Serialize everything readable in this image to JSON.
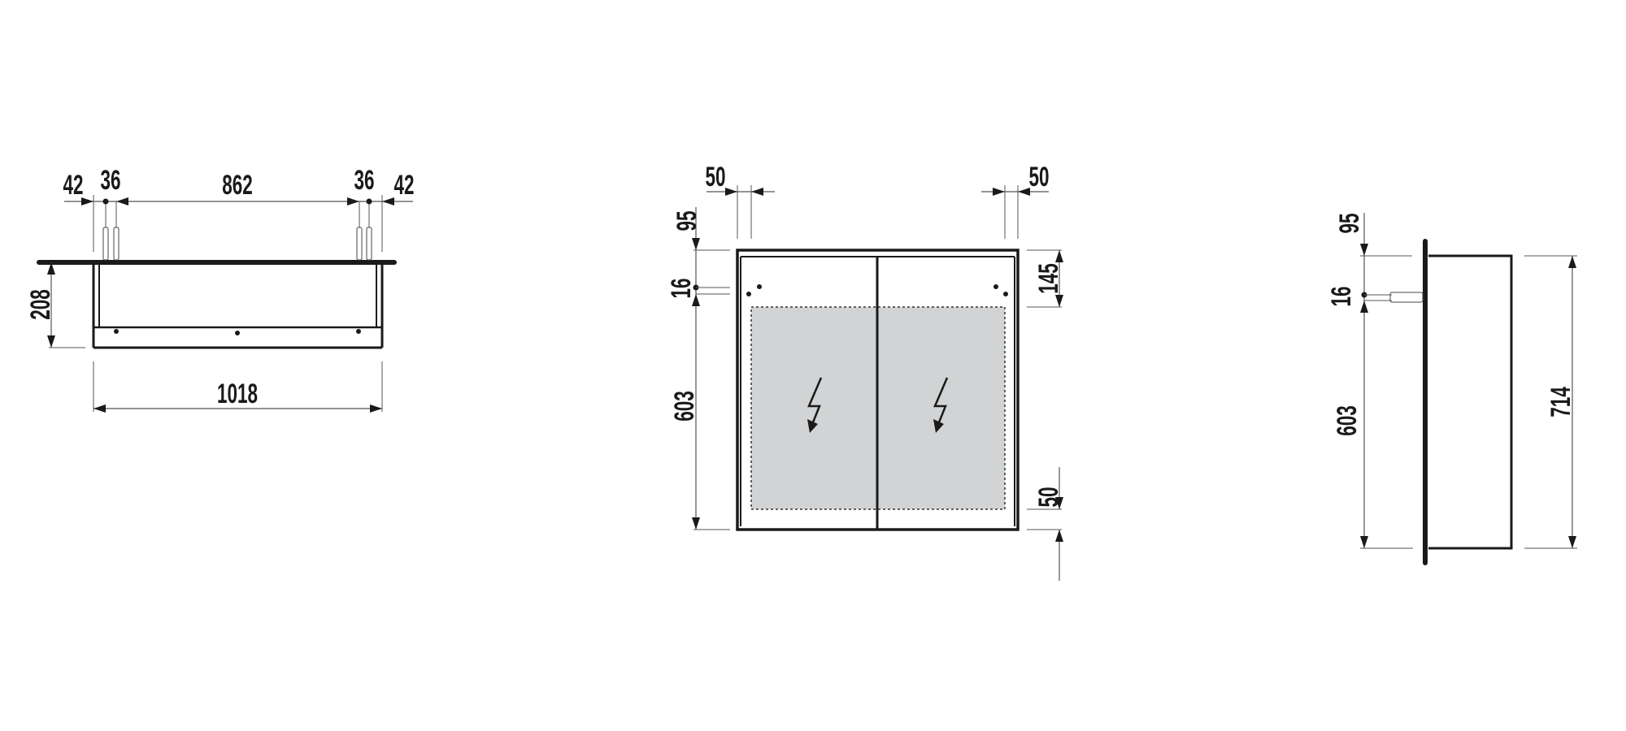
{
  "views": {
    "top": {
      "dims": {
        "left_edge": "42",
        "left_anchor": "36",
        "anchor_span": "862",
        "right_anchor": "36",
        "right_edge": "42",
        "depth": "208",
        "width": "1018"
      }
    },
    "front": {
      "dims": {
        "left_inset": "50",
        "right_inset": "50",
        "top_to_hole": "95",
        "hole_spacing": "16",
        "hole_to_bottom": "603",
        "top_panel": "145",
        "bottom_panel": "50"
      },
      "light_area_color": "#d1d3d4",
      "icon": "lightning-arrow-icon"
    },
    "side": {
      "dims": {
        "top_to_hole": "95",
        "hole_spacing": "16",
        "hole_to_bottom": "603",
        "height": "714"
      }
    }
  },
  "colors": {
    "line": "#1a1a1a",
    "dim_line": "#555555"
  }
}
